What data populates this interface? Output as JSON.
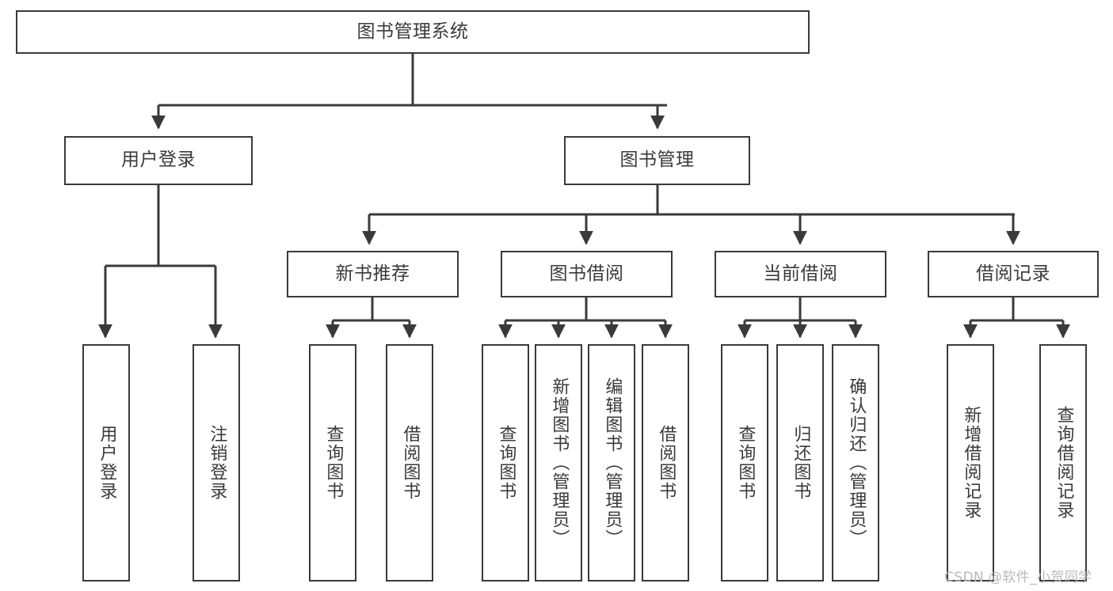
{
  "diagram": {
    "type": "tree",
    "title": "图书管理系统",
    "orientation": "top-down",
    "colors": {
      "box_border": "#3a3a3a",
      "box_fill": "#ffffff",
      "edge": "#3a3a3a",
      "background": "#ffffff",
      "watermark": "#b9b9b9"
    },
    "root": {
      "label": "图书管理系统",
      "text_orientation": "horizontal"
    },
    "level2": [
      {
        "label": "用户登录",
        "text_orientation": "horizontal"
      },
      {
        "label": "图书管理",
        "text_orientation": "horizontal"
      }
    ],
    "level3": [
      {
        "label": "新书推荐",
        "text_orientation": "horizontal",
        "parent": "图书管理"
      },
      {
        "label": "图书借阅",
        "text_orientation": "horizontal",
        "parent": "图书管理"
      },
      {
        "label": "当前借阅",
        "text_orientation": "horizontal",
        "parent": "图书管理"
      },
      {
        "label": "借阅记录",
        "text_orientation": "horizontal",
        "parent": "图书管理"
      }
    ],
    "leaves": {
      "user_login": [
        {
          "label": "用户登录",
          "text_orientation": "vertical"
        },
        {
          "label": "注销登录",
          "text_orientation": "vertical"
        }
      ],
      "new_book_recommend": [
        {
          "label": "查询图书",
          "text_orientation": "vertical"
        },
        {
          "label": "借阅图书",
          "text_orientation": "vertical"
        }
      ],
      "book_borrow": [
        {
          "label": "查询图书",
          "text_orientation": "vertical"
        },
        {
          "label": "新增图书（管理员）",
          "text_orientation": "vertical"
        },
        {
          "label": "编辑图书（管理员）",
          "text_orientation": "vertical"
        },
        {
          "label": "借阅图书",
          "text_orientation": "vertical"
        }
      ],
      "current_borrow": [
        {
          "label": "查询图书",
          "text_orientation": "vertical"
        },
        {
          "label": "归还图书",
          "text_orientation": "vertical"
        },
        {
          "label": "确认归还（管理员）",
          "text_orientation": "vertical"
        }
      ],
      "borrow_record": [
        {
          "label": "新增借阅记录",
          "text_orientation": "vertical"
        },
        {
          "label": "查询借阅记录",
          "text_orientation": "vertical"
        }
      ]
    }
  },
  "watermark": {
    "text": "CSDN @软件_小贺同学"
  }
}
